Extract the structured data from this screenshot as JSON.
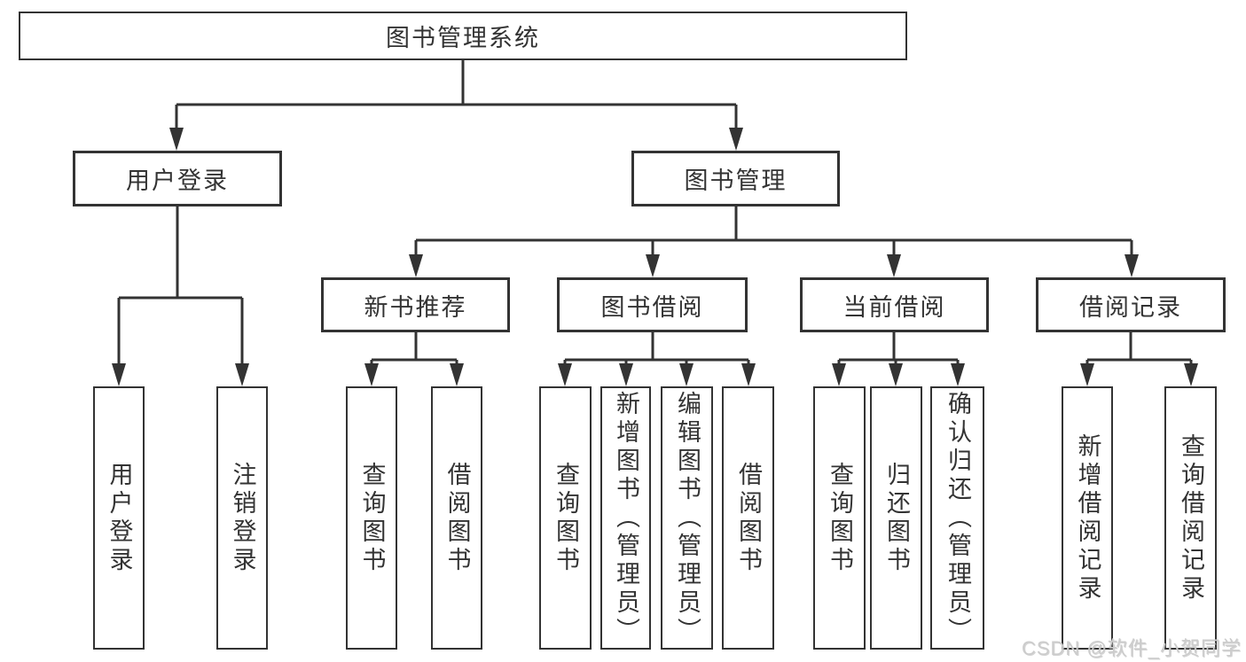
{
  "diagram_title": "图书管理系统",
  "tree": {
    "root": {
      "label": "图书管理系统"
    },
    "branches": [
      {
        "label": "用户登录",
        "leaves": [
          {
            "label": "用户登录"
          },
          {
            "label": "注销登录"
          }
        ]
      },
      {
        "label": "图书管理",
        "groups": [
          {
            "label": "新书推荐",
            "leaves": [
              {
                "label": "查询图书"
              },
              {
                "label": "借阅图书"
              }
            ]
          },
          {
            "label": "图书借阅",
            "leaves": [
              {
                "label": "查询图书"
              },
              {
                "label": "新增图书（管理员）"
              },
              {
                "label": "编辑图书（管理员）"
              },
              {
                "label": "借阅图书"
              }
            ]
          },
          {
            "label": "当前借阅",
            "leaves": [
              {
                "label": "查询图书"
              },
              {
                "label": "归还图书"
              },
              {
                "label": "确认归还（管理员）"
              }
            ]
          },
          {
            "label": "借阅记录",
            "leaves": [
              {
                "label": "新增借阅记录"
              },
              {
                "label": "查询借阅记录"
              }
            ]
          }
        ]
      }
    ]
  },
  "watermark": {
    "text": "CSDN @软件_小贺同学"
  },
  "colors": {
    "line": "#333333",
    "text": "#333333",
    "background": "#ffffff",
    "watermark": "#cccccc"
  }
}
